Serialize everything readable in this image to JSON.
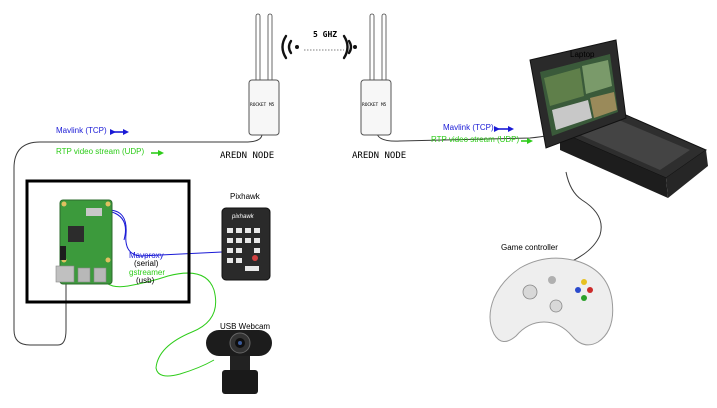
{
  "colors": {
    "mavlink": "#1a1ad6",
    "rtp": "#2ecc1a",
    "cable": "#3a3a3a",
    "frame": "#000000"
  },
  "radio_link": {
    "band": "5 GHZ",
    "node_left": {
      "device_text": "ROCKET M5",
      "caption": "AREDN NODE"
    },
    "node_right": {
      "device_text": "ROCKET M5",
      "caption": "AREDN NODE"
    }
  },
  "left_links": {
    "mavlink": "Mavlink (TCP)",
    "rtp": "RTP video stream (UDP)"
  },
  "right_links": {
    "mavlink": "Mavlink (TCP)",
    "rtp": "RTP video stream (UDP)"
  },
  "pixhawk": {
    "title": "Pixhawk",
    "logo_text": "pixhawk"
  },
  "raspberry_pi": {
    "mavproxy": "Mavproxy",
    "mavproxy_conn": "(serial)",
    "gstreamer": "gstreamer",
    "gstreamer_conn": "(usb)"
  },
  "webcam": {
    "title": "USB Webcam"
  },
  "laptop": {
    "title": "Laptop"
  },
  "game_controller": {
    "title": "Game controller"
  },
  "icons": [
    "wifi-left-icon",
    "wifi-right-icon",
    "arrow-icon",
    "raspberry-pi-board",
    "pixhawk-board",
    "webcam-icon",
    "laptop-icon",
    "game-controller-icon"
  ]
}
